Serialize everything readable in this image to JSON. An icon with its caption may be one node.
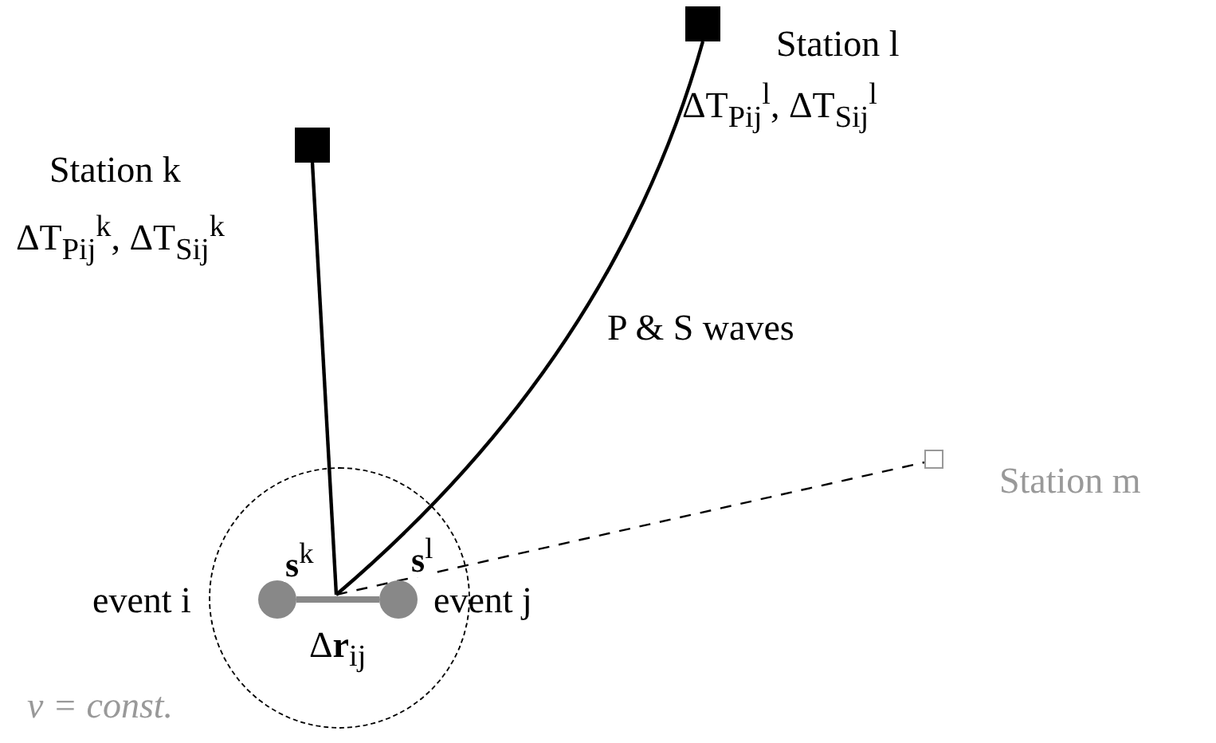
{
  "diagram": {
    "nodes": [
      {
        "text": [],
        "shape": "box",
        "beside": [
          "Station l",
          "ΔT$_{Pij}$$^{l}$, ΔT$_{Sij}$$^{l}$"
        ]
      },
      {
        "text": [],
        "shape": "box",
        "beside": [
          "Station k",
          "ΔT$_{Pij}$$^{k}$, ΔT$_{Sij}$$^{k}$"
        ]
      },
      {
        "text": [],
        "shape": "box",
        "beside": [
          "Station m"
        ]
      },
      {
        "text": [],
        "shape": "circle",
        "beside": [
          "v = const."
        ]
      },
      {
        "text": [],
        "shape": "circle",
        "in": 3,
        "beside": [
          "event i"
        ]
      },
      {
        "text": [],
        "shape": "bar",
        "in": 3,
        "beside": [
          "Δ**r**$_{ij}$"
        ]
      },
      {
        "text": [],
        "shape": "circle",
        "in": 3,
        "beside": [
          "event j"
        ]
      }
    ],
    "edges": [
      {
        "from": 5,
        "to": 1,
        "arrow": "none",
        "label": "**s**$^{k}$"
      },
      {
        "from": 5,
        "to": 0,
        "arrow": "none",
        "label": "**s**$^{l}$"
      },
      {
        "from": 5,
        "to": 2,
        "arrow": "none",
        "style": "dashed"
      }
    ],
    "labels": [
      "P & S waves"
    ]
  }
}
